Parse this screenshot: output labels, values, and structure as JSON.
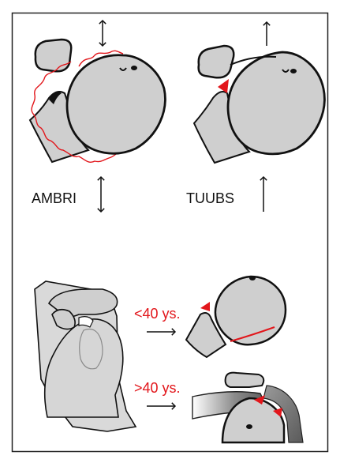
{
  "labels": {
    "ambri": "AMBRI",
    "tuubs": "TUUBS",
    "under_40": "<40 ys.",
    "over_40": ">40 ys."
  },
  "colors": {
    "bone_fill": "#cfcfcf",
    "outline": "#111111",
    "accent": "#e2161b",
    "frame": "#222222",
    "background": "#ffffff"
  },
  "icons": {
    "ambri_top": "double-arrow-vertical-icon",
    "tuubs_top": "up-arrow-icon",
    "ambri_label": "double-arrow-vertical-icon",
    "tuubs_label": "up-arrow-icon",
    "under_40": "right-arrow-icon",
    "over_40": "right-arrow-icon"
  }
}
